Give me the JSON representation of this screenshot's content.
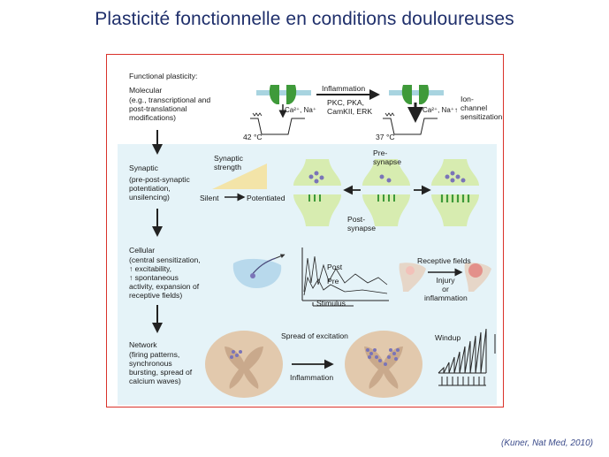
{
  "title": "Plasticité fonctionnelle en conditions douloureuses",
  "citation": "(Kuner, Nat Med, 2010)",
  "left_column": {
    "functional_plasticity": "Functional plasticity:",
    "molecular_heading": "Molecular",
    "molecular_detail": "(e.g., transcriptional and\npost-translational\nmodifications)",
    "synaptic_heading": "Synaptic",
    "synaptic_detail": "(pre-post-synaptic\npotentiation,\nunsilencing)",
    "cellular_heading": "Cellular",
    "cellular_detail": "(central sensitization,\n↑ excitability,\n↑ spontaneous\nactivity, expansion of\nreceptive fields)",
    "network_heading": "Network",
    "network_detail": "(firing patterns,\nsynchronous\nbursting, spread of\ncalcium waves)"
  },
  "molecular": {
    "ions_left": "Ca²⁺, Na⁺",
    "ions_right": "Ca²⁺, Na⁺↑",
    "temp_left": "42 °C",
    "temp_right": "37 °C",
    "inflammation": "Inflammation",
    "kinases": "PKC, PKA,\nCamKII, ERK",
    "sensitization": "Ion-\nchannel\nsensitization"
  },
  "synaptic": {
    "strength": "Synaptic\nstrength",
    "silent": "Silent",
    "potentiated": "Potentiated",
    "presynapse": "Pre-\nsynapse",
    "postsynapse": "Post-\nsynapse"
  },
  "cellular": {
    "post": "Post",
    "pre": "Pre",
    "stimulus": "Stimulus",
    "receptive_fields": "Receptive fields",
    "injury": "Injury\nor\ninflammation"
  },
  "network": {
    "spread": "Spread of excitation",
    "inflammation": "Inflammation",
    "windup": "Windup"
  },
  "colors": {
    "title": "#1f2f6b",
    "frame": "#d9322a",
    "panel": "#e5f3f8",
    "neuron": "#d7ecb0",
    "channel": "#3f9a3a",
    "cord": "#e2c9ad",
    "vesicle": "#7a74b8"
  }
}
